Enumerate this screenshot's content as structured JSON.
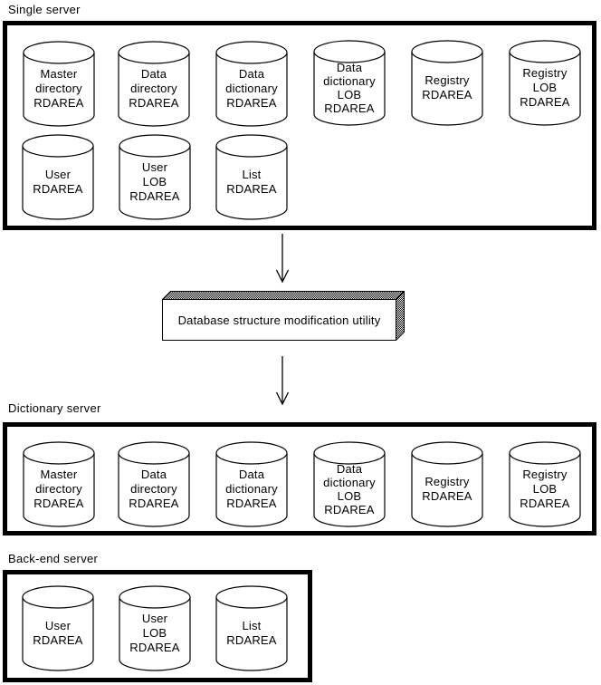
{
  "colors": {
    "foreground": "#000000",
    "background": "#ffffff"
  },
  "single_server": {
    "label": "Single server",
    "row1": [
      "Master\ndirectory\nRDAREA",
      "Data\ndirectory\nRDAREA",
      "Data\ndictionary\nRDAREA",
      "Data\ndictionary\nLOB\nRDAREA",
      "Registry\nRDAREA",
      "Registry\nLOB\nRDAREA"
    ],
    "row2": [
      "User\nRDAREA",
      "User\nLOB\nRDAREA",
      "List\nRDAREA"
    ]
  },
  "utility": {
    "label": "Database structure modification utility"
  },
  "dictionary_server": {
    "label": "Dictionary server",
    "row": [
      "Master\ndirectory\nRDAREA",
      "Data\ndirectory\nRDAREA",
      "Data\ndictionary\nRDAREA",
      "Data\ndictionary\nLOB\nRDAREA",
      "Registry\nRDAREA",
      "Registry\nLOB\nRDAREA"
    ]
  },
  "backend_server": {
    "label": "Back-end server",
    "row": [
      "User\nRDAREA",
      "User\nLOB\nRDAREA",
      "List\nRDAREA"
    ]
  }
}
